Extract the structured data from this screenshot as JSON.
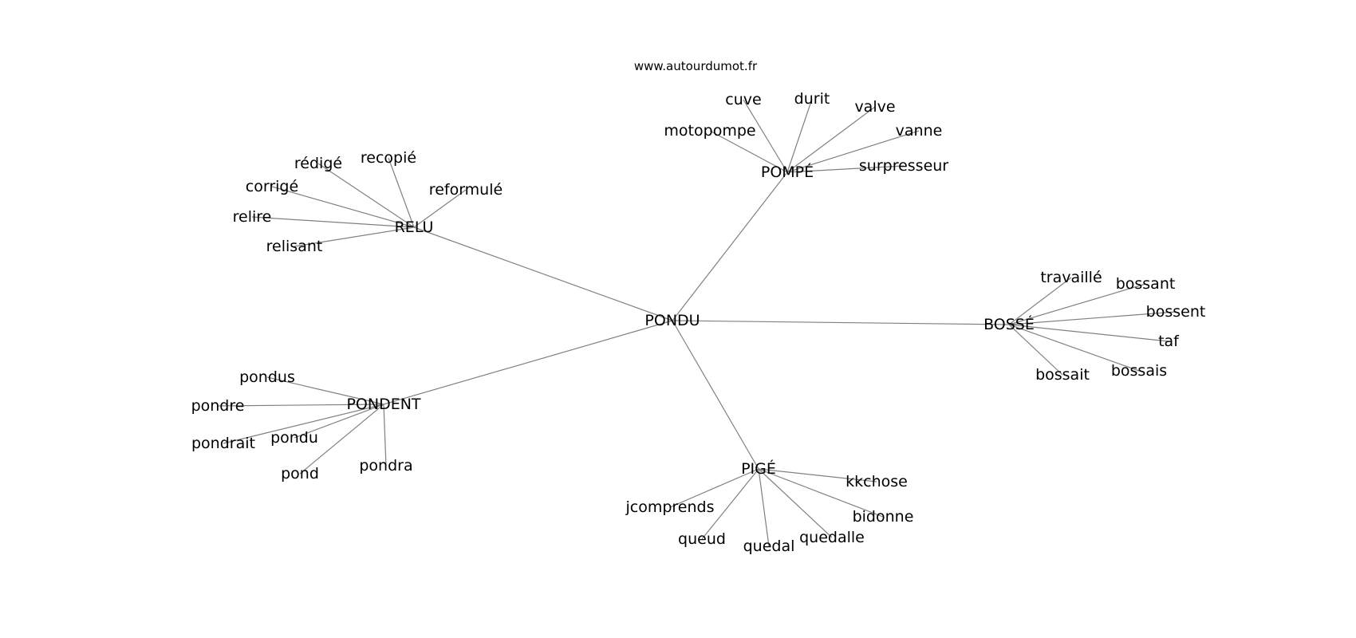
{
  "source": "www.autourdumot.fr",
  "center": "PONDU",
  "clusters": [
    {
      "hub": "POMPÉ",
      "words": [
        "motopompe",
        "cuve",
        "durit",
        "valve",
        "vanne",
        "surpresseur"
      ]
    },
    {
      "hub": "RELU",
      "words": [
        "rédigé",
        "recopié",
        "reformulé",
        "corrigé",
        "relire",
        "relisant"
      ]
    },
    {
      "hub": "BOSSÉ",
      "words": [
        "travaillé",
        "bossant",
        "bossent",
        "taf",
        "bossais",
        "bossait"
      ]
    },
    {
      "hub": "PONDENT",
      "words": [
        "pondus",
        "pondre",
        "pondrait",
        "pondu",
        "pond",
        "pondra"
      ]
    },
    {
      "hub": "PIGÉ",
      "words": [
        "kkchose",
        "jcomprends",
        "bidonne",
        "queud",
        "quedal",
        "quedalle"
      ]
    }
  ],
  "colors": {
    "edge": "#808080",
    "text": "#000000",
    "background": "#ffffff"
  }
}
